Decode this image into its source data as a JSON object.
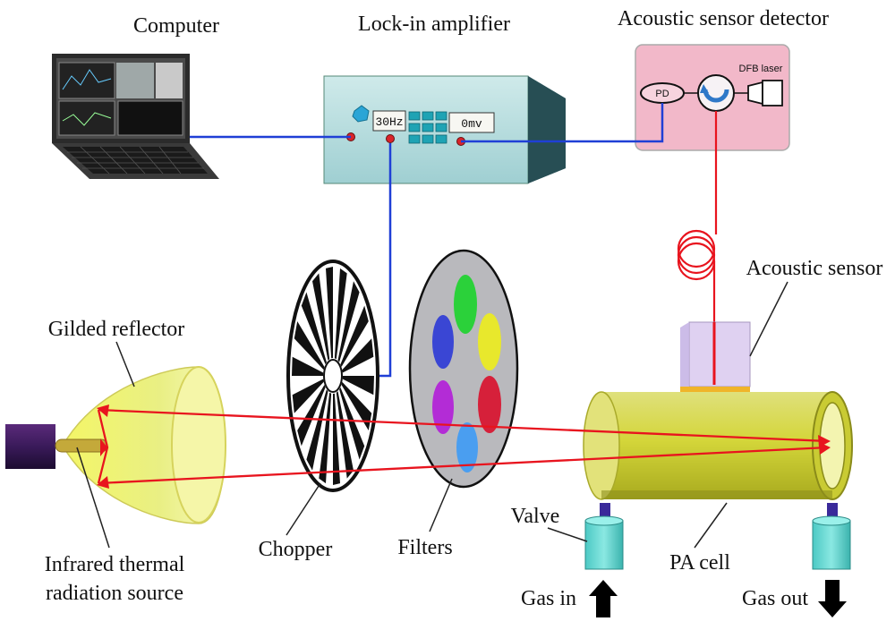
{
  "labels": {
    "computer": "Computer",
    "lockin": "Lock-in amplifier",
    "acoustic_detector": "Acoustic sensor detector",
    "acoustic_sensor": "Acoustic sensor",
    "gilded_reflector": "Gilded reflector",
    "source_line1": "Infrared thermal",
    "source_line2": "radiation source",
    "chopper": "Chopper",
    "filters": "Filters",
    "valve": "Valve",
    "pa_cell": "PA cell",
    "gas_in": "Gas in",
    "gas_out": "Gas out"
  },
  "lockin_display": {
    "frequency": "30Hz",
    "voltage": "0mv"
  },
  "detector": {
    "pd": "PD",
    "dfb": "DFB laser"
  },
  "colors": {
    "signal_wire": "#1f3fd6",
    "laser_beam": "#e8141e",
    "pa_cell": "#d7d83a",
    "valve": "#56d6cf",
    "detector_bg": "#f0b6c8"
  }
}
